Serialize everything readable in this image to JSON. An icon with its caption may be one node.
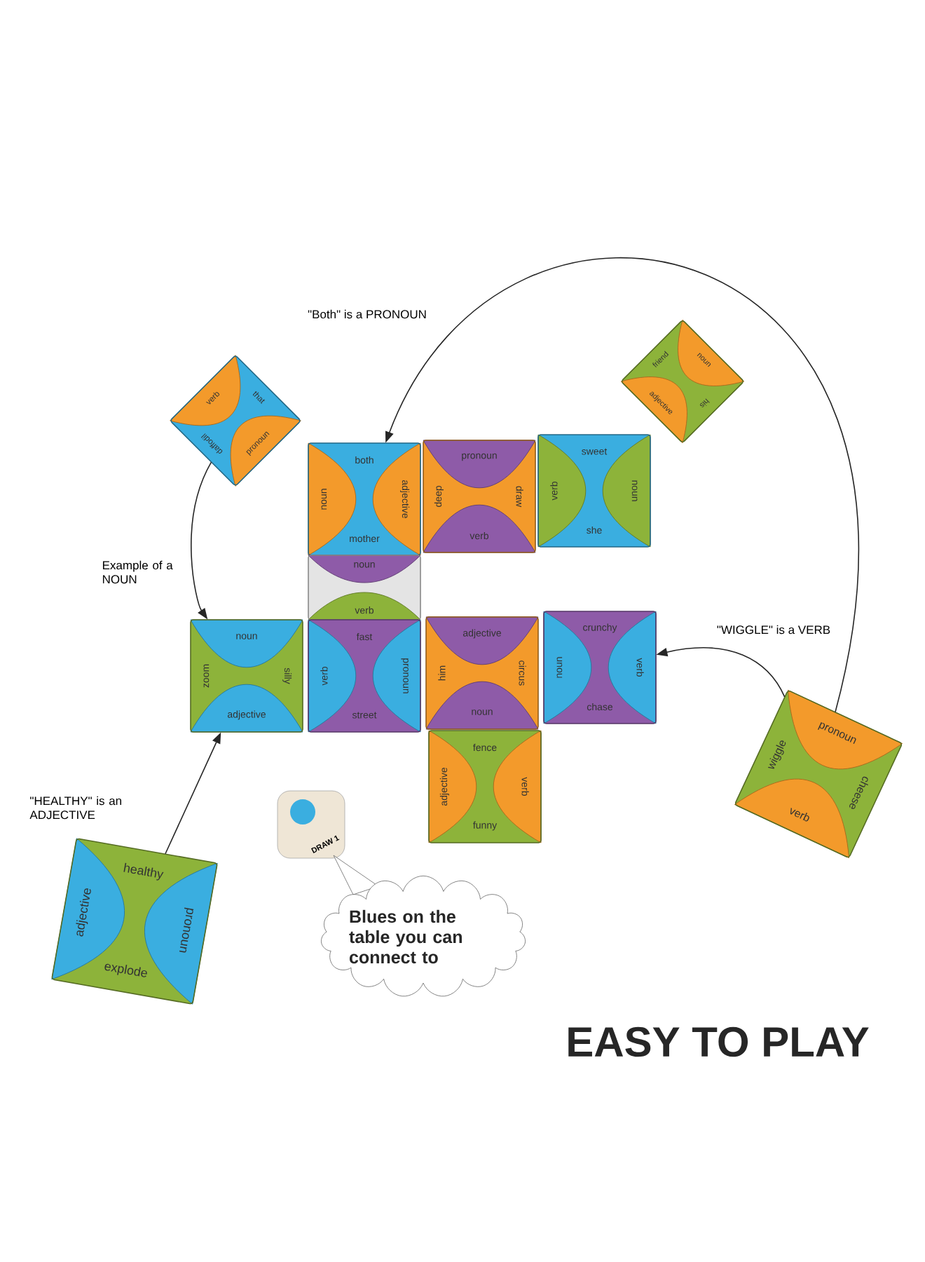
{
  "diagram": {
    "title": "EASY TO PLAY",
    "nodes": [
      {
        "text": [
          "verb",
          "daffodil",
          "that",
          "pronoun"
        ]
      },
      {
        "text": [
          "noun",
          "friend",
          "his",
          "adjective"
        ]
      },
      {
        "text": [
          "both",
          "noun",
          "adjective",
          "mother"
        ]
      },
      {
        "text": [
          "pronoun",
          "deep",
          "draw",
          "verb"
        ]
      },
      {
        "text": [
          "sweet",
          "verb",
          "noun",
          "she"
        ]
      },
      {
        "text": [
          "noun",
          "verb"
        ]
      },
      {
        "text": [
          "noun",
          "zoom",
          "silly",
          "adjective"
        ]
      },
      {
        "text": [
          "fast",
          "verb",
          "pronoun",
          "street"
        ]
      },
      {
        "text": [
          "adjective",
          "him",
          "circus",
          "noun"
        ]
      },
      {
        "text": [
          "crunchy",
          "noun",
          "verb",
          "chase"
        ]
      },
      {
        "text": [
          "fence",
          "adjective",
          "verb",
          "funny"
        ]
      },
      {
        "text": [
          "pronoun",
          "wiggle",
          "cheese",
          "verb"
        ]
      },
      {
        "text": [
          "healthy",
          "adjective",
          "pronoun",
          "explode"
        ]
      },
      {
        "text": [
          "DRAW 1"
        ]
      },
      {
        "text": [
          "Blues on the table you can connect to"
        ]
      }
    ],
    "edges": [
      {
        "from": 0,
        "to": 6,
        "arrow": "to",
        "label": "Example of a NOUN"
      },
      {
        "from": 11,
        "to": 2,
        "arrow": "to",
        "label": "\"Both\" is a PRONOUN"
      },
      {
        "from": 11,
        "to": 9,
        "arrow": "to",
        "label": "\"WIGGLE\" is a VERB"
      },
      {
        "from": 12,
        "to": 6,
        "arrow": "to",
        "label": "\"HEALTHY\" is an ADJECTIVE"
      }
    ]
  }
}
